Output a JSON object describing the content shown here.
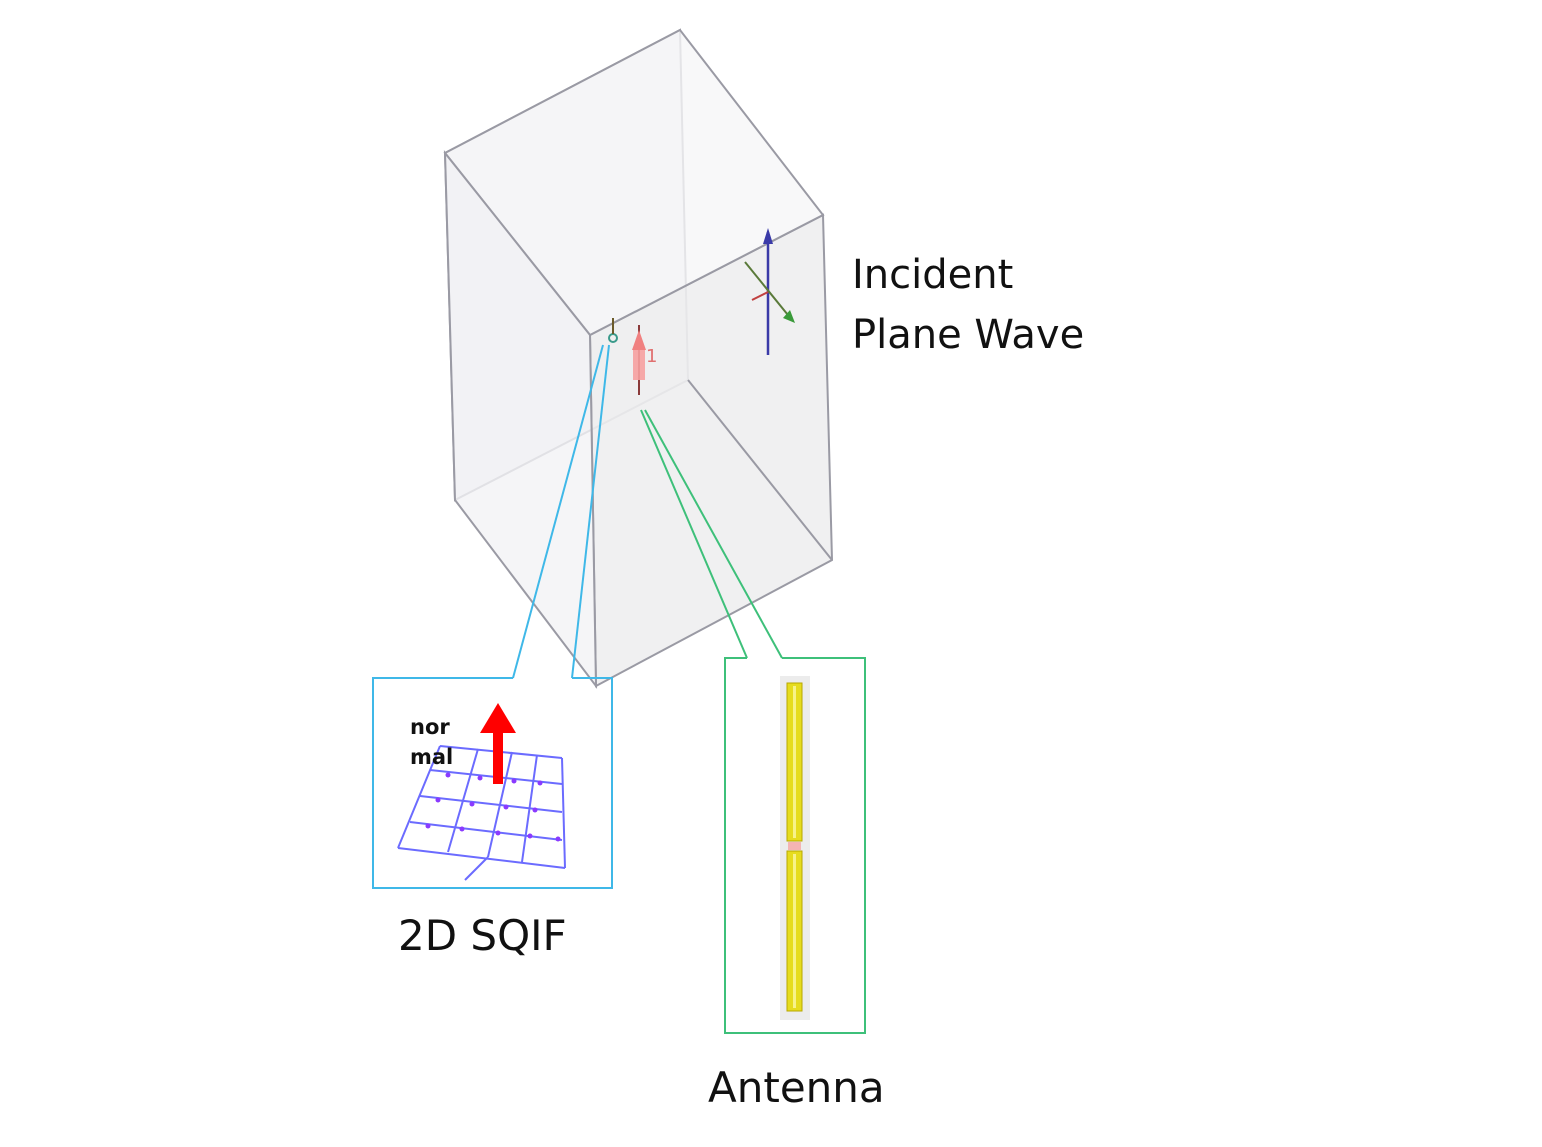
{
  "labels": {
    "incident_plane_wave_line1": "Incident",
    "incident_plane_wave_line2": "Plane Wave",
    "sqif": "2D SQIF",
    "antenna": "Antenna",
    "port_number": "1"
  },
  "sqif_inset": {
    "normal_label_line1": "nor",
    "normal_label_line2": "mal"
  },
  "colors": {
    "box_edge": "#9a9aa4",
    "box_face": "#f2f2f4",
    "sqif_callout": "#3fb8e8",
    "antenna_callout": "#3ec07a",
    "normal_arrow": "#ff0000",
    "sqif_grid": "#6b6bff",
    "antenna_dipole": "#e6dc1e",
    "wave_e_field": "#3a3aa8",
    "wave_propagation": "#3a9a3a",
    "port_marker": "#f08080"
  }
}
